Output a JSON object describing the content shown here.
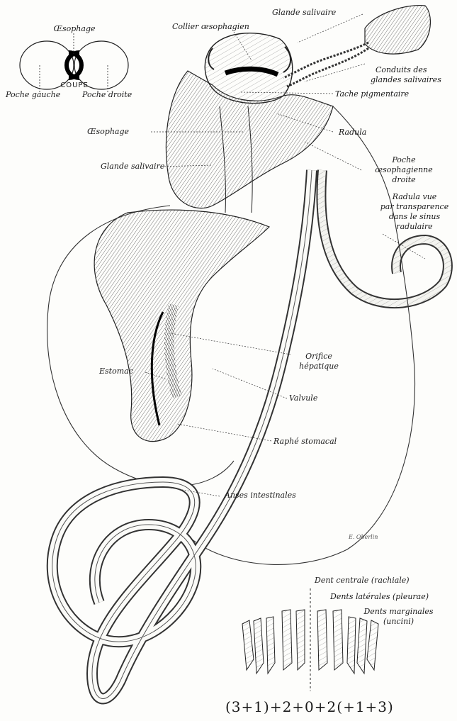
{
  "labels": {
    "section_oesophage": "Œsophage",
    "section_coupe": "COUPE",
    "poche_gauche": "Poche gauche",
    "poche_droite": "Poche droite",
    "collier": "Collier œsophagien",
    "glande_salivaire_top": "Glande salivaire",
    "conduits_l1": "Conduits des",
    "conduits_l2": "glandes salivaires",
    "tache": "Tache pigmentaire",
    "oesophage_main": "Œsophage",
    "radula": "Radula",
    "glande_salivaire_left": "Glande salivaire",
    "poche_l1": "Poche",
    "poche_l2": "œsophagienne",
    "poche_l3": "droite",
    "radula_vue_l1": "Radula vue",
    "radula_vue_l2": "par transparence",
    "radula_vue_l3": "dans le sinus",
    "radula_vue_l4": "radulaire",
    "estomac": "Estomac",
    "orifice_l1": "Orifice",
    "orifice_l2": "hépatique",
    "valvule": "Valvule",
    "raphe": "Raphé stomacal",
    "anses": "Anses intestinales",
    "signature": "E. Oberlin",
    "dent_centrale": "Dent centrale (rachiale)",
    "dents_laterales": "Dents latérales (pleurae)",
    "dents_marginales_l1": "Dents marginales",
    "dents_marginales_l2": "(uncini)"
  },
  "formula": "(3+1)+2+0+2(+1+3)"
}
